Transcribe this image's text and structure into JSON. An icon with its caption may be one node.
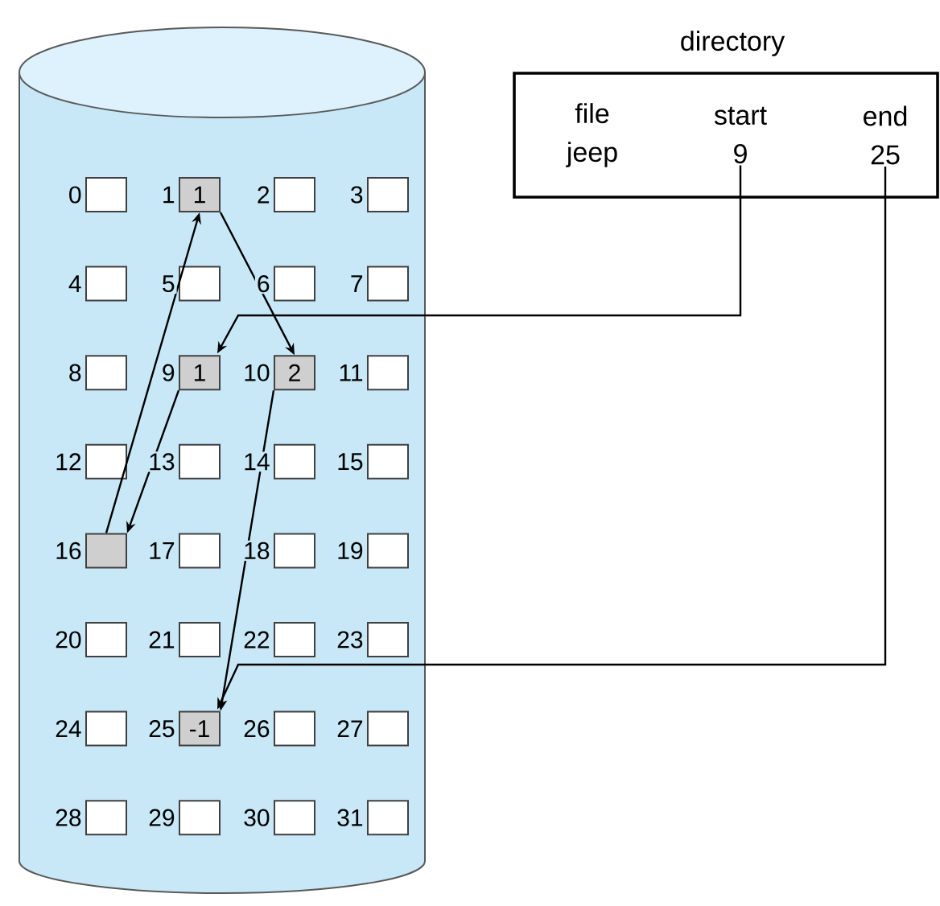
{
  "diagram": {
    "nodes": [
      {
        "text": [],
        "shape": "cylinder"
      },
      {
        "text": [],
        "shape": "box",
        "beside": [
          "0"
        ],
        "in": 0
      },
      {
        "text": [
          "1"
        ],
        "beside": [
          "1"
        ],
        "in": 0
      },
      {
        "text": [],
        "shape": "box",
        "beside": [
          "2"
        ],
        "in": 0
      },
      {
        "text": [],
        "shape": "box",
        "beside": [
          "3"
        ],
        "in": 0
      },
      {
        "text": [],
        "shape": "box",
        "beside": [
          "4"
        ],
        "in": 0
      },
      {
        "text": [],
        "shape": "box",
        "beside": [
          "5"
        ],
        "in": 0
      },
      {
        "text": [],
        "shape": "box",
        "beside": [
          "6"
        ],
        "in": 0
      },
      {
        "text": [],
        "shape": "box",
        "beside": [
          "7"
        ],
        "in": 0
      },
      {
        "text": [],
        "shape": "box",
        "beside": [
          "8"
        ],
        "in": 0
      },
      {
        "text": [
          "1"
        ],
        "beside": [
          "9"
        ],
        "in": 0
      },
      {
        "text": [
          "2"
        ],
        "beside": [
          "10"
        ],
        "in": 0
      },
      {
        "text": [],
        "shape": "box",
        "beside": [
          "11"
        ],
        "in": 0
      },
      {
        "text": [],
        "shape": "box",
        "beside": [
          "12"
        ],
        "in": 0
      },
      {
        "text": [],
        "shape": "box",
        "beside": [
          "13"
        ],
        "in": 0
      },
      {
        "text": [],
        "shape": "box",
        "beside": [
          "14"
        ],
        "in": 0
      },
      {
        "text": [],
        "shape": "box",
        "beside": [
          "15"
        ],
        "in": 0
      },
      {
        "text": [],
        "shape": "box",
        "beside": [
          "16"
        ],
        "in": 0
      },
      {
        "text": [],
        "shape": "box",
        "beside": [
          "17"
        ],
        "in": 0
      },
      {
        "text": [],
        "shape": "box",
        "beside": [
          "18"
        ],
        "in": 0
      },
      {
        "text": [],
        "shape": "box",
        "beside": [
          "19"
        ],
        "in": 0
      },
      {
        "text": [],
        "shape": "box",
        "beside": [
          "20"
        ],
        "in": 0
      },
      {
        "text": [],
        "shape": "box",
        "beside": [
          "21"
        ],
        "in": 0
      },
      {
        "text": [],
        "shape": "box",
        "beside": [
          "22"
        ],
        "in": 0
      },
      {
        "text": [],
        "shape": "box",
        "beside": [
          "23"
        ],
        "in": 0
      },
      {
        "text": [],
        "shape": "box",
        "beside": [
          "24"
        ],
        "in": 0
      },
      {
        "text": [
          "-1"
        ],
        "beside": [
          "25"
        ],
        "in": 0
      },
      {
        "text": [],
        "shape": "box",
        "beside": [
          "26"
        ],
        "in": 0
      },
      {
        "text": [],
        "shape": "box",
        "beside": [
          "27"
        ],
        "in": 0
      },
      {
        "text": [],
        "shape": "box",
        "beside": [
          "28"
        ],
        "in": 0
      },
      {
        "text": [],
        "shape": "box",
        "beside": [
          "29"
        ],
        "in": 0
      },
      {
        "text": [],
        "shape": "box",
        "beside": [
          "30"
        ],
        "in": 0
      },
      {
        "text": [],
        "shape": "box",
        "beside": [
          "31"
        ],
        "in": 0
      },
      {
        "text": [
          "directory"
        ]
      },
      {
        "text": [
          "file",
          "jeep"
        ],
        "in": 33
      },
      {
        "text": [
          "start",
          "9"
        ],
        "in": 33
      },
      {
        "text": [
          "end",
          "25"
        ],
        "in": 33
      }
    ],
    "edges": [
      {
        "from": 10,
        "to": 17,
        "arrow": "to"
      },
      {
        "from": 17,
        "to": 2,
        "arrow": "to"
      },
      {
        "from": 2,
        "to": 11,
        "arrow": "to"
      },
      {
        "from": 11,
        "to": 26,
        "arrow": "to"
      },
      {
        "from": 35,
        "to": 10,
        "arrow": "to"
      },
      {
        "from": 36,
        "to": 26,
        "arrow": "to"
      }
    ]
  }
}
